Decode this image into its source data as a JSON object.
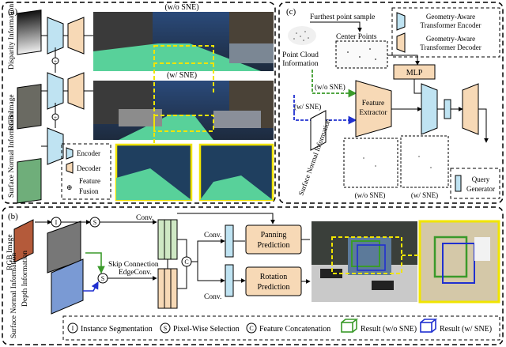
{
  "panel_a": {
    "label": "(a)",
    "inputs": [
      "Disparity Information",
      "RGB Image",
      "Surface Normal Information"
    ],
    "title_wo": "(w/o  SNE)",
    "title_w": "(w/  SNE)",
    "legend": {
      "encoder": "Encoder",
      "decoder": "Decoder",
      "fusion_1": "Feature",
      "fusion_2": "Fusion",
      "fusion_symbol": "⊕"
    },
    "fusion_mark": "+"
  },
  "panel_b": {
    "label": "(b)",
    "inputs": [
      "RGB Image",
      "Depth Information",
      "Surface Normal Information"
    ],
    "op_i": "I",
    "op_s": "S",
    "op_c": "C",
    "conv_top": "Conv.",
    "skip": "Skip Connection",
    "edgeconv": "EdgeConv.",
    "conv_mid": "Conv.",
    "conv_bot": "Conv.",
    "panning_1": "Panning",
    "panning_2": "Prediction",
    "rotation_1": "Rotation",
    "rotation_2": "Prediction",
    "legend": {
      "instance": "Instance Segmentation",
      "pixelwise": "Pixel-Wise Selection",
      "concat": "Feature Concatenation",
      "result_wo": "Result (w/o SNE)",
      "result_w": "Result (w/ SNE)"
    }
  },
  "panel_c": {
    "label": "(c)",
    "fps": "Furthest point sample",
    "center_points": "Center Points",
    "point_cloud_1": "Point Cloud",
    "point_cloud_2": "Information",
    "mlp": "MLP",
    "wo_sne": "(w/o  SNE)",
    "w_sne": "(w/  SNE)",
    "feature_1": "Feature",
    "feature_2": "Extractor",
    "surface_normal": "Surface Normal Information",
    "bottom_wo": "(w/o SNE)",
    "bottom_w": "(w/  SNE)",
    "query_1": "Query",
    "query_2": "Generator",
    "legend": {
      "enc_1": "Geometry-Aware",
      "enc_2": "Transformer Encoder",
      "dec_1": "Geometry-Aware",
      "dec_2": "Transformer Decoder"
    }
  },
  "colors": {
    "encoder": "#bfe3f2",
    "decoder": "#f7d9b6",
    "highlight": "#f0e400",
    "green_arrow": "#3a9a2a",
    "blue_arrow": "#2030d0",
    "road": "#58d19a"
  }
}
